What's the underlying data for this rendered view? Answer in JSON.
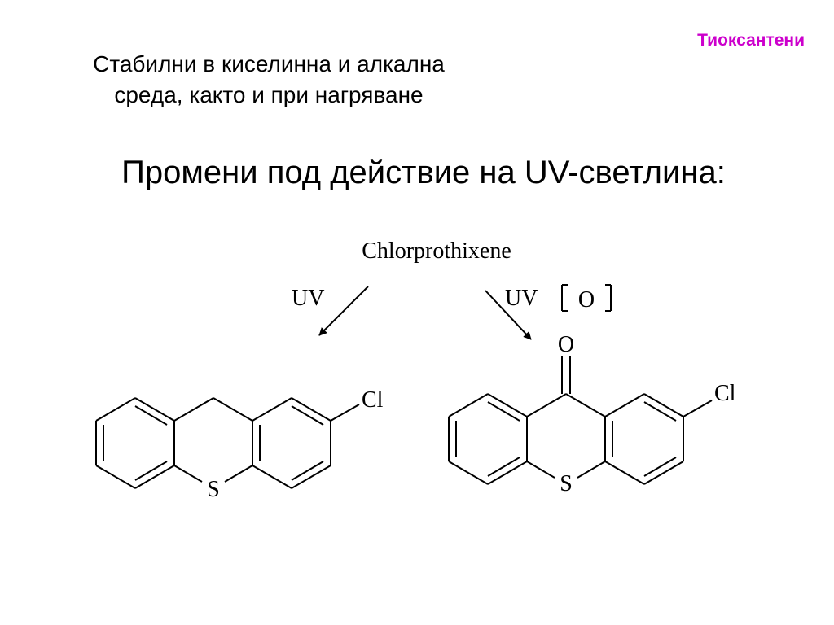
{
  "slide": {
    "topic_label": "Тиоксантени",
    "intro_line_1": "Стабилни в киселинна и алкална",
    "intro_line_2": "среда, както и при нагряване",
    "heading": "Промени под действие на UV-светлина:"
  },
  "scheme": {
    "reactant": "Chlorprothixene",
    "left_condition": "UV",
    "right_condition": "UV",
    "right_reagent": "O",
    "left_product": {
      "substituent": "Cl",
      "heteroatom": "S"
    },
    "right_product": {
      "carbonyl": "O",
      "substituent": "Cl",
      "heteroatom": "S"
    }
  }
}
